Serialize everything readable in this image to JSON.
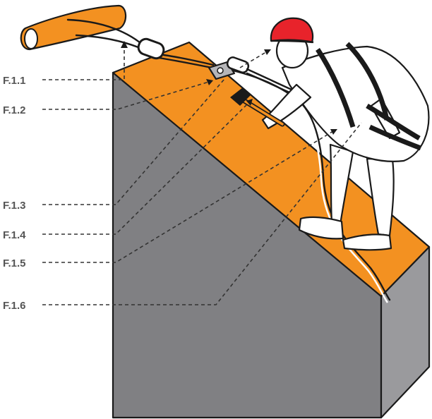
{
  "labels": {
    "f11": "F.1.1",
    "f12": "F.1.2",
    "f13": "F.1.3",
    "f14": "F.1.4",
    "f15": "F.1.5",
    "f16": "F.1.6"
  },
  "colors": {
    "roof": "#f39121",
    "wall": "#808083",
    "wall_side": "#9a9a9d",
    "helmet": "#e8232b",
    "anchor_sling": "#f39121",
    "label_text": "#555555",
    "outline": "#1a1a1a"
  },
  "icons": [
    "helmet-icon",
    "harness-icon",
    "hammer-icon",
    "carabiner-icon",
    "rope-grab-icon"
  ]
}
